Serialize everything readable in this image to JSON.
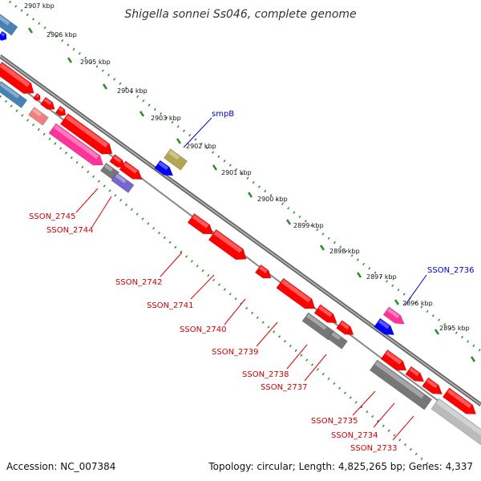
{
  "title": "Shigella sonnei Ss046, complete genome",
  "footer": {
    "accession": "Accession: NC_007384",
    "summary": "Topology: circular; Length: 4,825,265 bp; Genes: 4,337"
  },
  "colors": {
    "forward_gene": "#ff0000",
    "reverse_gene": "#ff0000",
    "pseudo_gene": "#777777",
    "rna": "#0000ff",
    "pink": "#ff3399",
    "olive": "#b3a650",
    "violet": "#7766cc",
    "steelblue": "#4682b4",
    "label_red": "#cc0000",
    "label_blue": "#0000cc",
    "tick_green": "#2e8b2e",
    "backbone": "#777777"
  },
  "ticks": [
    {
      "label": "2907 kbp"
    },
    {
      "label": "2906 kbp"
    },
    {
      "label": "2905 kbp"
    },
    {
      "label": "2904 kbp"
    },
    {
      "label": "2903 kbp"
    },
    {
      "label": "2902 kbp"
    },
    {
      "label": "2901 kbp"
    },
    {
      "label": "2900 kbp"
    },
    {
      "label": "2899 kbp"
    },
    {
      "label": "2898 kbp"
    },
    {
      "label": "2897 kbp"
    },
    {
      "label": "2896 kbp"
    },
    {
      "label": "2895 kbp"
    }
  ],
  "gene_labels_red": [
    "SSON_2745",
    "SSON_2744",
    "SSON_2742",
    "SSON_2741",
    "SSON_2740",
    "SSON_2739",
    "SSON_2738",
    "SSON_2737",
    "SSON_2735",
    "SSON_2734",
    "SSON_2733"
  ],
  "gene_labels_blue": [
    "smpB",
    "SSON_2736"
  ]
}
